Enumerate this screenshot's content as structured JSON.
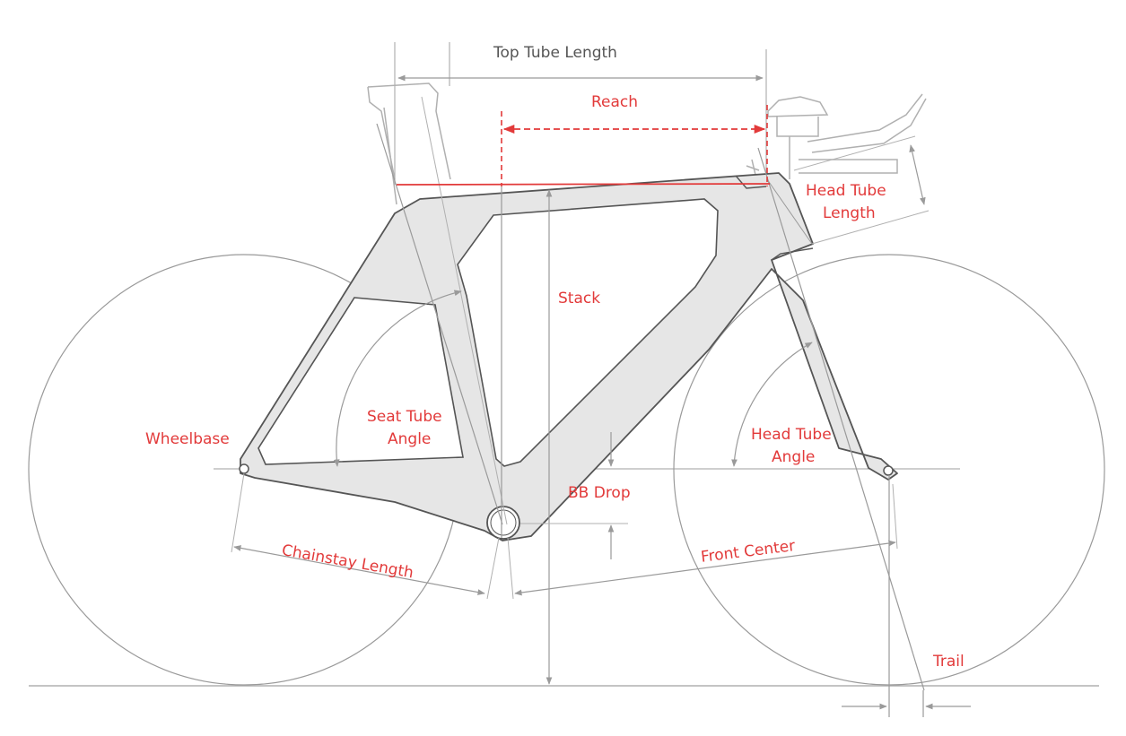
{
  "diagram": {
    "labels": {
      "top_tube_length": "Top Tube Length",
      "reach": "Reach",
      "head_tube_length_line1": "Head Tube",
      "head_tube_length_line2": "Length",
      "stack": "Stack",
      "wheelbase": "Wheelbase",
      "seat_tube_angle_line1": "Seat Tube",
      "seat_tube_angle_line2": "Angle",
      "head_tube_angle_line1": "Head Tube",
      "head_tube_angle_line2": "Angle",
      "bb_drop": "BB Drop",
      "chainstay_length": "Chainstay Length",
      "front_center": "Front Center",
      "trail": "Trail"
    },
    "colors": {
      "label_dark": "#555555",
      "label_red": "#e23a3a",
      "frame_fill": "#e6e6e6",
      "frame_stroke": "#555555",
      "outline": "#9a9a9a",
      "dimension_line": "#b0b0b0"
    }
  }
}
